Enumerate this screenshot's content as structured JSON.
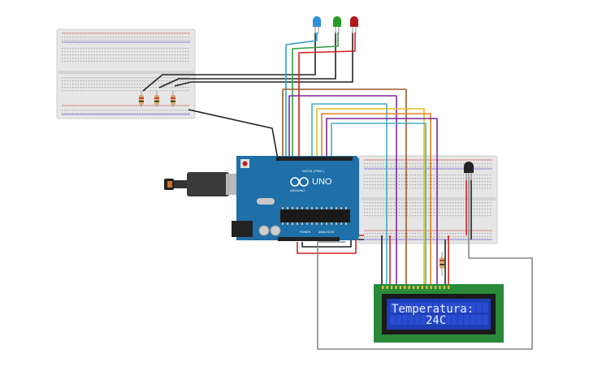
{
  "lcd": {
    "line1": "Temperatura:",
    "line2": "24C"
  },
  "arduino": {
    "model_label": "UNO",
    "brand_label": "ARDUINO",
    "digital_label": "DIGITAL (PWM~)",
    "power_label": "POWER",
    "analog_label": "ANALOG IN"
  },
  "leds": [
    {
      "color": "#2f8fd8"
    },
    {
      "color": "#2a9a2a"
    },
    {
      "color": "#b01818"
    }
  ],
  "wire_colors": {
    "black": "#222222",
    "red": "#d42020",
    "brown": "#9a5a2a",
    "purple": "#7a2a9a",
    "yellow": "#e0c020",
    "orange": "#e08020",
    "teal": "#40b0c0",
    "green": "#30a040",
    "gray": "#888888",
    "cyan": "#30a0d0"
  },
  "colors": {
    "breadboard": "#e6e6e6",
    "arduino_board": "#1f6fa8",
    "lcd_pcb": "#2a8a3a",
    "lcd_screen": "#1e3eb8"
  }
}
